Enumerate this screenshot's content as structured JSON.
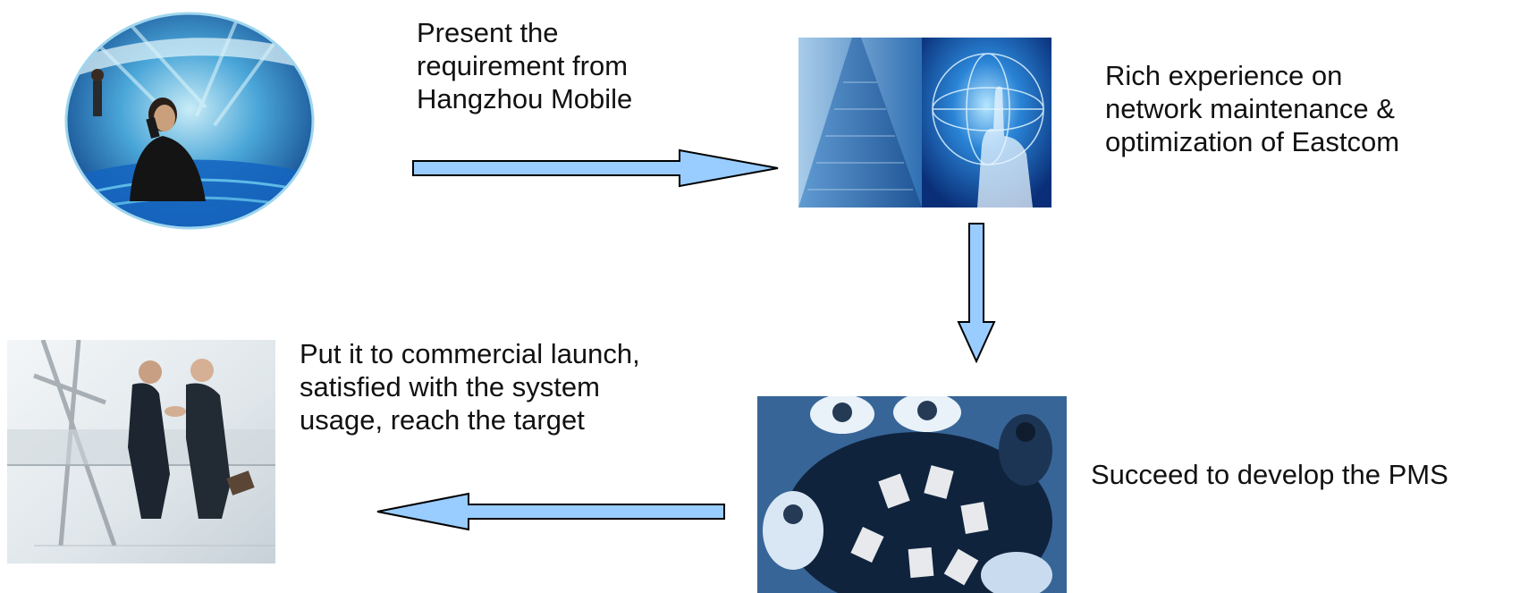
{
  "captions": {
    "requirement": [
      "Present the",
      "requirement from",
      "Hangzhou Mobile"
    ],
    "experience": [
      "Rich experience on",
      "network maintenance &",
      "optimization of Eastcom"
    ],
    "launch": [
      "Put it to commercial launch,",
      "satisfied with the system",
      "usage, reach the target"
    ],
    "develop": [
      "Succeed to develop the PMS"
    ]
  },
  "colors": {
    "arrow_fill": "#99ccff",
    "arrow_stroke": "#000000",
    "photo_blue": "#1e64b4",
    "photo_navy": "#1a3c68"
  },
  "icons": {
    "business_photo": "businessman-on-phone-photo",
    "tech_photo": "building-and-hand-photo",
    "meeting_photo": "meeting-table-photo",
    "handshake_photo": "handshake-photo"
  }
}
